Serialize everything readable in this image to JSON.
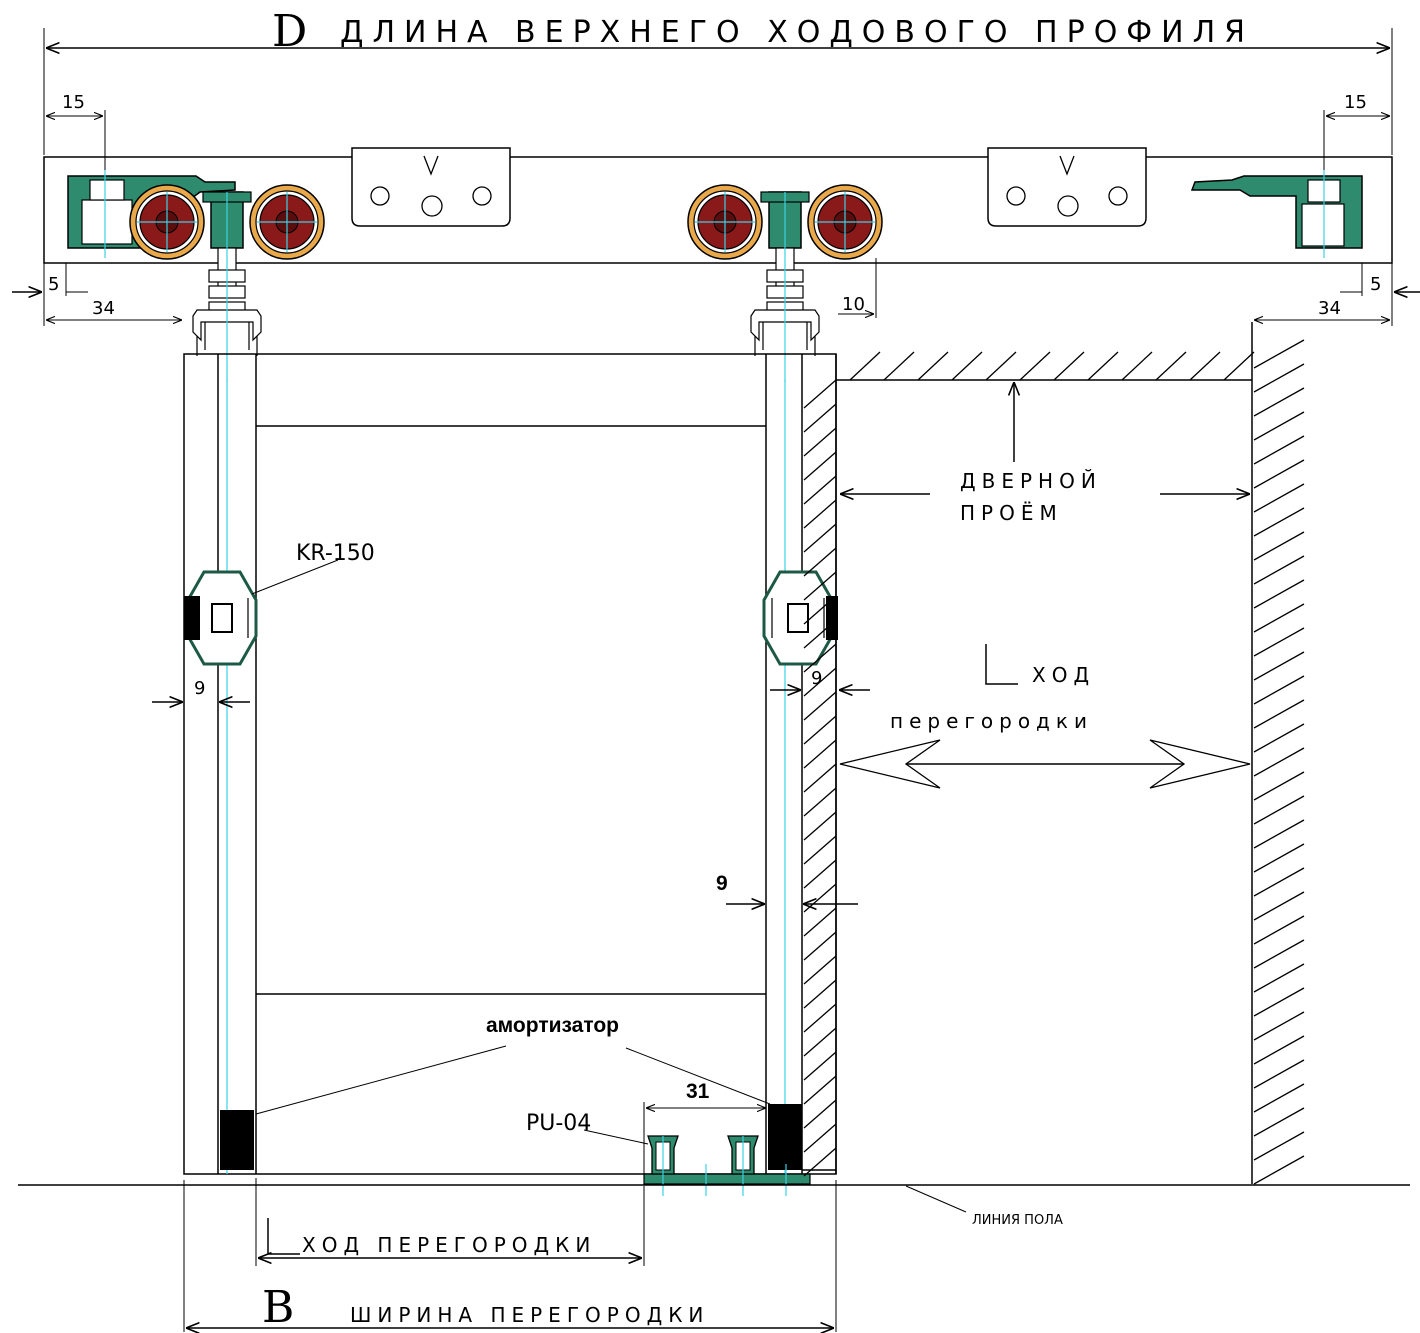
{
  "top_dimension": {
    "letter": "D",
    "text": "ДЛИНА ВЕРХНЕГО ХОДОВОГО ПРОФИЛЯ"
  },
  "bottom_dimension": {
    "letter": "B",
    "text": "ШИРИНА ПЕРЕГОРОДКИ"
  },
  "travel_bottom": {
    "letter": "L",
    "text": "ХОД ПЕРЕГОРОДКИ"
  },
  "travel_right": {
    "letter": "L",
    "line1": "ХОД",
    "line2": "перегородки"
  },
  "door_opening": {
    "line1": "ДВЕРНОЙ",
    "line2": "ПРОЁМ"
  },
  "floor_line": "ЛИНИЯ ПОЛА",
  "parts": {
    "top_guide": "KR-150",
    "bottom_guide": "PU-04",
    "damper": "амортизатор"
  },
  "dimensions": {
    "left_15": "15",
    "right_15": "15",
    "left_5": "5",
    "right_5": "5",
    "left_34": "34",
    "right_34": "34",
    "offset_10": "10",
    "gap_left_9": "9",
    "gap_right_9": "9",
    "gap_lower_9": "9",
    "width_31": "31"
  },
  "colors": {
    "profile_green": "#2e8b6e",
    "profile_green_dark": "#1c5a44",
    "roller_orange": "#d88a1e",
    "roller_core": "#7a1414",
    "axis_cyan": "#3ad1e6"
  }
}
